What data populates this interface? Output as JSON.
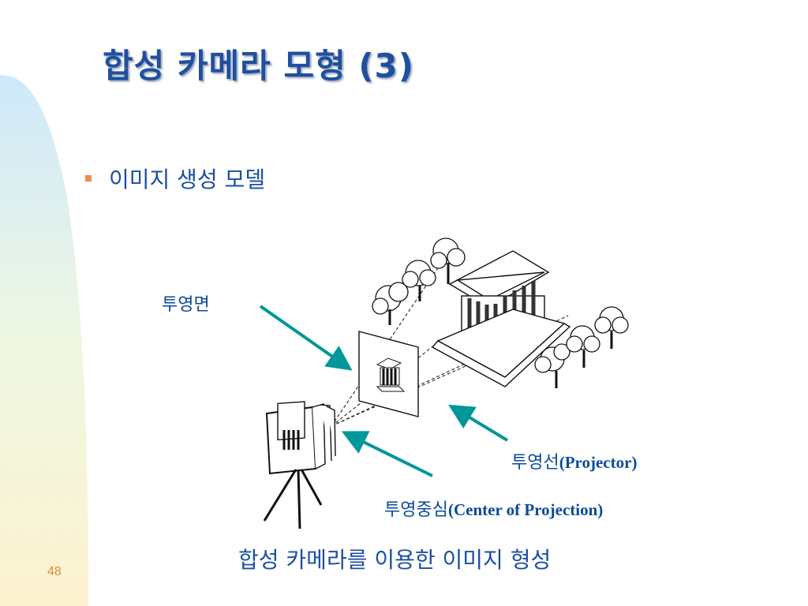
{
  "slide": {
    "title": "합성 카메라 모형 (3)",
    "bullet": "이미지 생성 모델",
    "labels": {
      "projection_plane": "투영면",
      "projector_kr": "투영선",
      "projector_en": "(Projector)",
      "center_kr": "투영중심",
      "center_en": "(Center of Projection)"
    },
    "caption": "합성 카메라를 이용한 이미지 형성",
    "page_number": "48"
  },
  "colors": {
    "title": "#1f4fa0",
    "text": "#1c4fa0",
    "label": "#0a4a9a",
    "arrow": "#00979a",
    "bullet": "#f08a4b",
    "page_number": "#e08a3a"
  }
}
